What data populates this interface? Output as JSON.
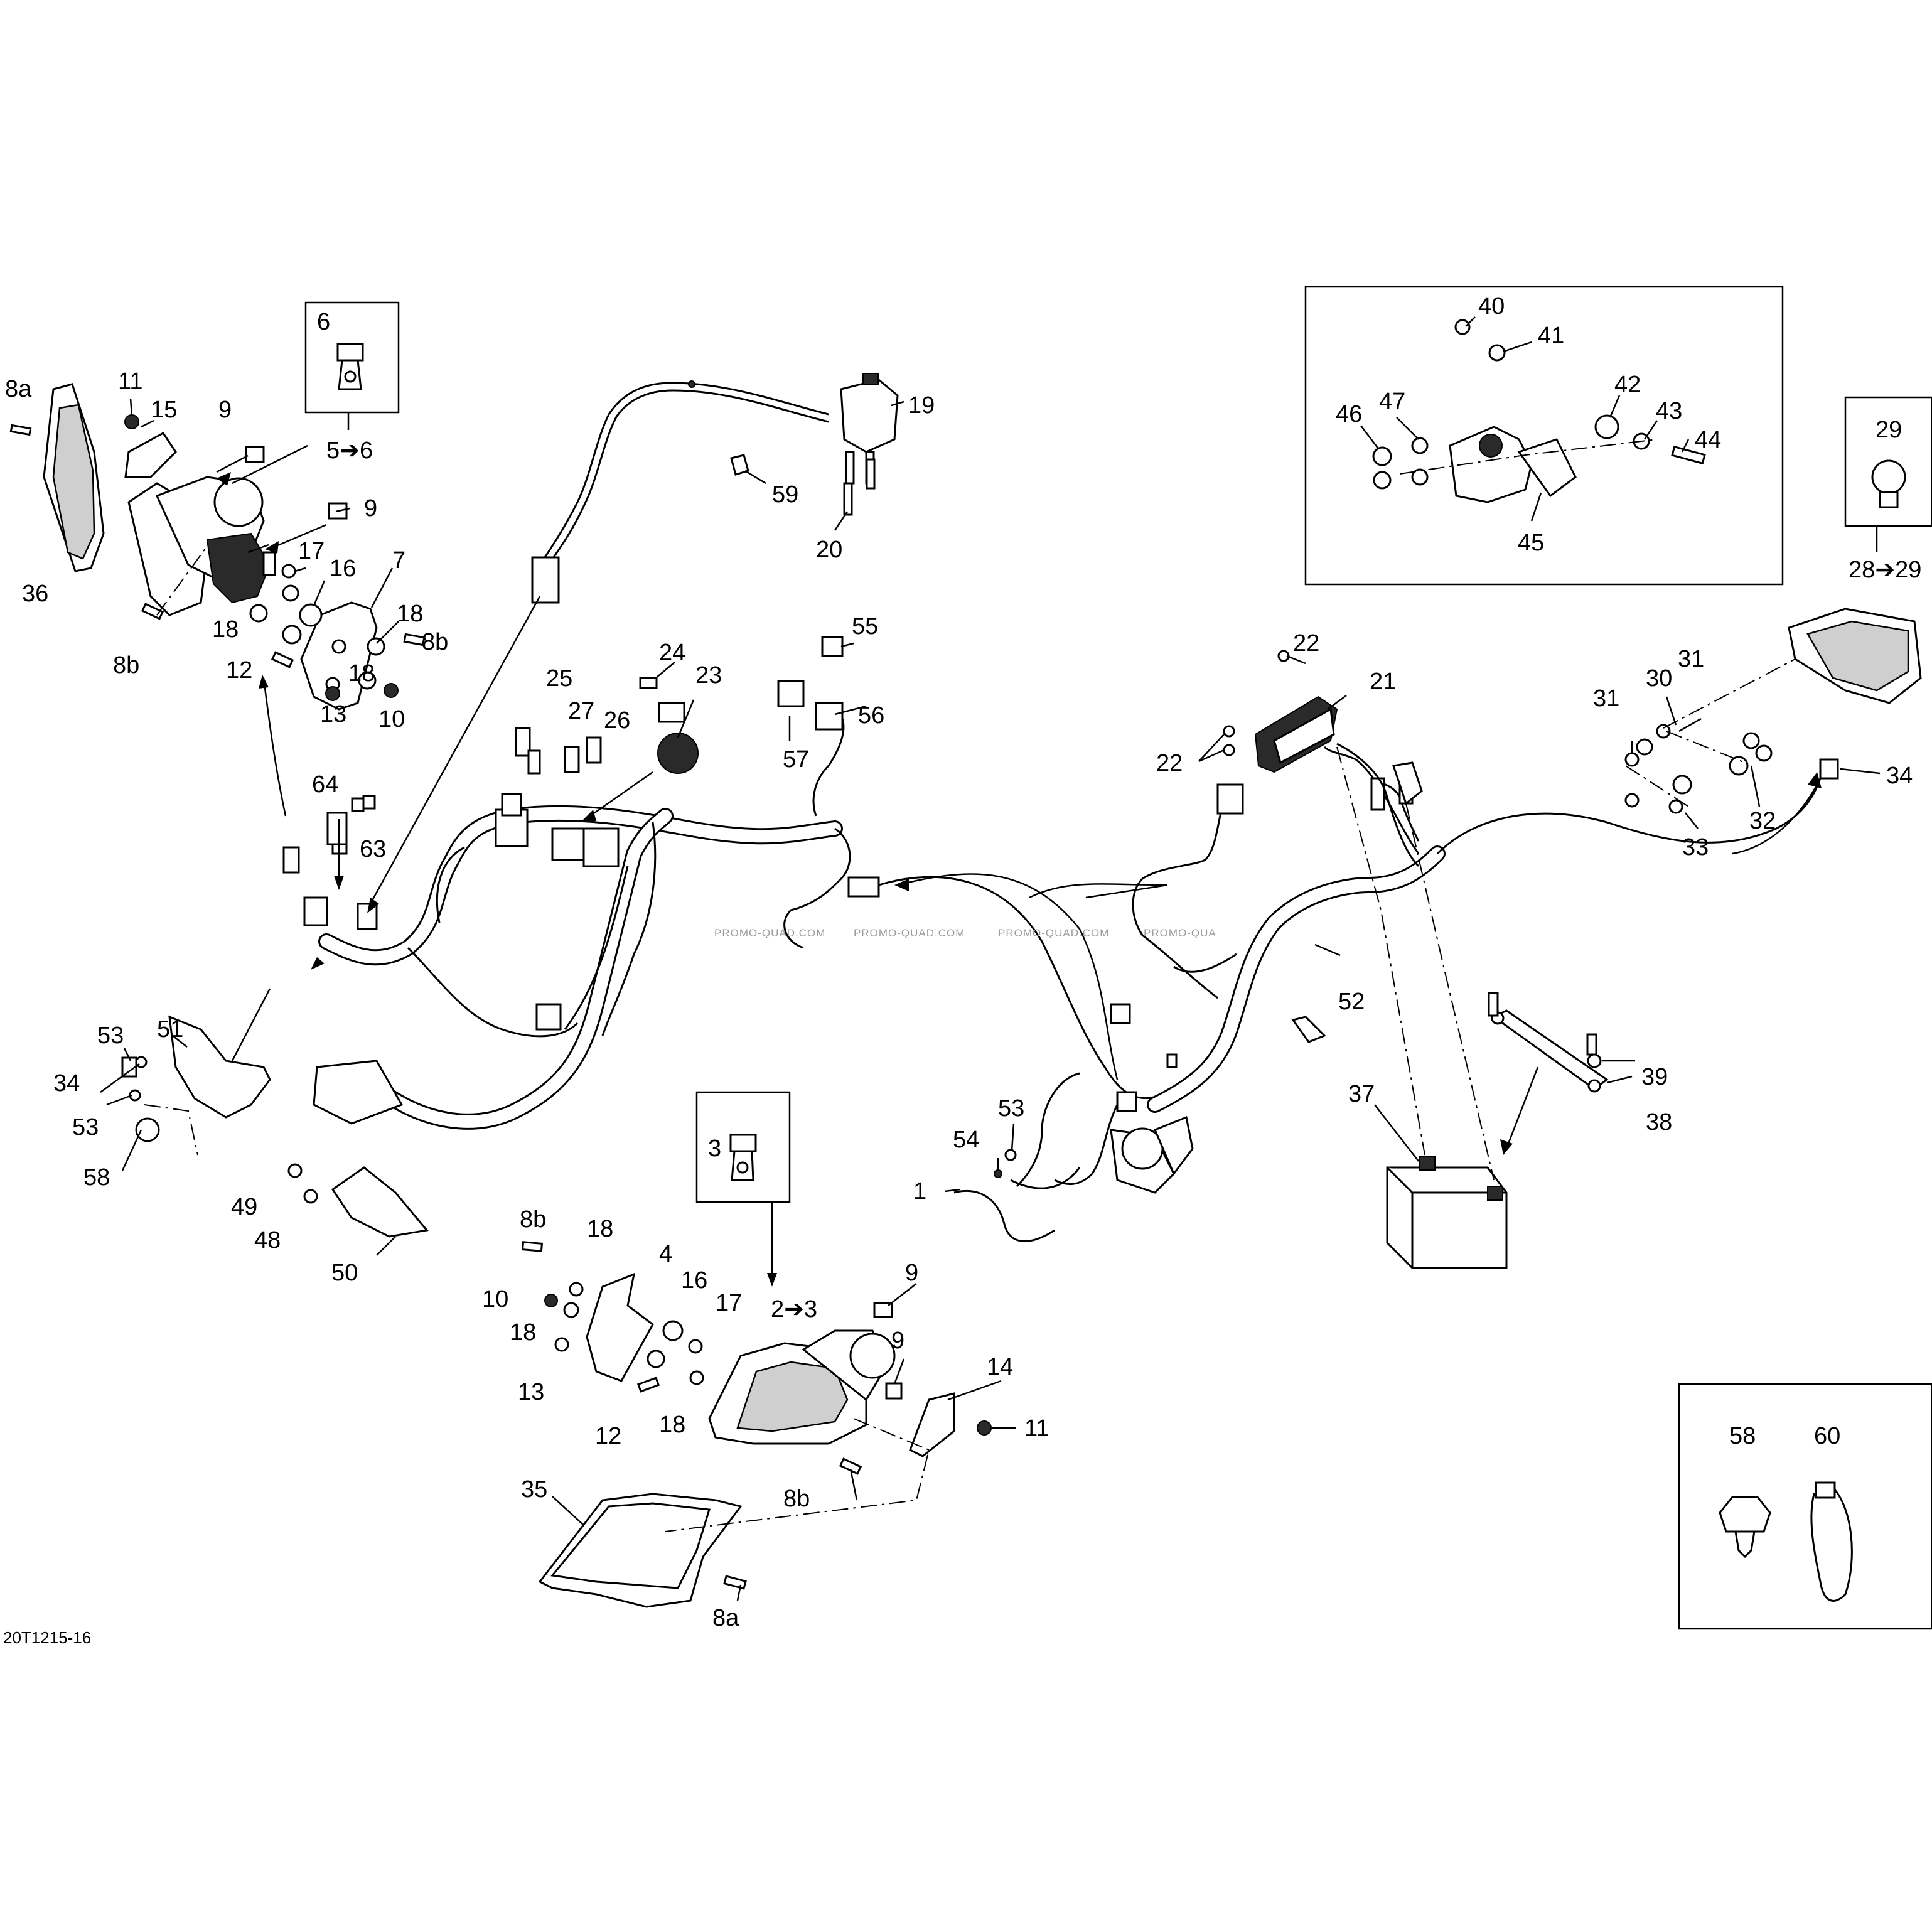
{
  "drawing_ref": "20T1215-16",
  "watermarks": [
    "PROMO-QUAD.COM",
    "PROMO-QUAD.COM",
    "PROMO-QUAD.COM",
    "PROMO-QUA"
  ],
  "callouts": {
    "c8a_tl": "8a",
    "c11_tl": "11",
    "c15": "15",
    "c9_a": "9",
    "c9_b": "9",
    "c5to6": "5➔6",
    "c6": "6",
    "c36": "36",
    "c17_tl": "17",
    "c16_tl": "16",
    "c7": "7",
    "c18_a": "18",
    "c8b_a": "8b",
    "c18_b": "18",
    "c8b_b": "8b",
    "c12_tl": "12",
    "c18_c": "18",
    "c13_tl": "13",
    "c10_tl": "10",
    "c19": "19",
    "c59": "59",
    "c20": "20",
    "c25": "25",
    "c27": "27",
    "c26": "26",
    "c24": "24",
    "c23": "23",
    "c55": "55",
    "c56": "56",
    "c57": "57",
    "c64": "64",
    "c63": "63",
    "c53_a": "53",
    "c51": "51",
    "c34_l": "34",
    "c53_b": "53",
    "c58_l": "58",
    "c49": "49",
    "c48": "48",
    "c50": "50",
    "c3": "3",
    "c2to3": "2➔3",
    "c8b_c": "8b",
    "c18_d": "18",
    "c4": "4",
    "c10_b": "10",
    "c16_b": "16",
    "c17_b": "17",
    "c18_e": "18",
    "c13_b": "13",
    "c12_b": "12",
    "c18_f": "18",
    "c9_c": "9",
    "c9_d": "9",
    "c14": "14",
    "c11_b": "11",
    "c35": "35",
    "c8b_d": "8b",
    "c8a_b": "8a",
    "c22_a": "22",
    "c21": "21",
    "c22_b": "22",
    "c52": "52",
    "c53_c": "53",
    "c54": "54",
    "c1": "1",
    "c37": "37",
    "c38": "38",
    "c39": "39",
    "c40": "40",
    "c41": "41",
    "c42": "42",
    "c43": "43",
    "c44": "44",
    "c46": "46",
    "c47": "47",
    "c45": "45",
    "c29": "29",
    "c28to29": "28➔29",
    "c31_a": "31",
    "c30": "30",
    "c31_b": "31",
    "c34_r": "34",
    "c32": "32",
    "c33": "33",
    "c58_r": "58",
    "c60": "60"
  }
}
